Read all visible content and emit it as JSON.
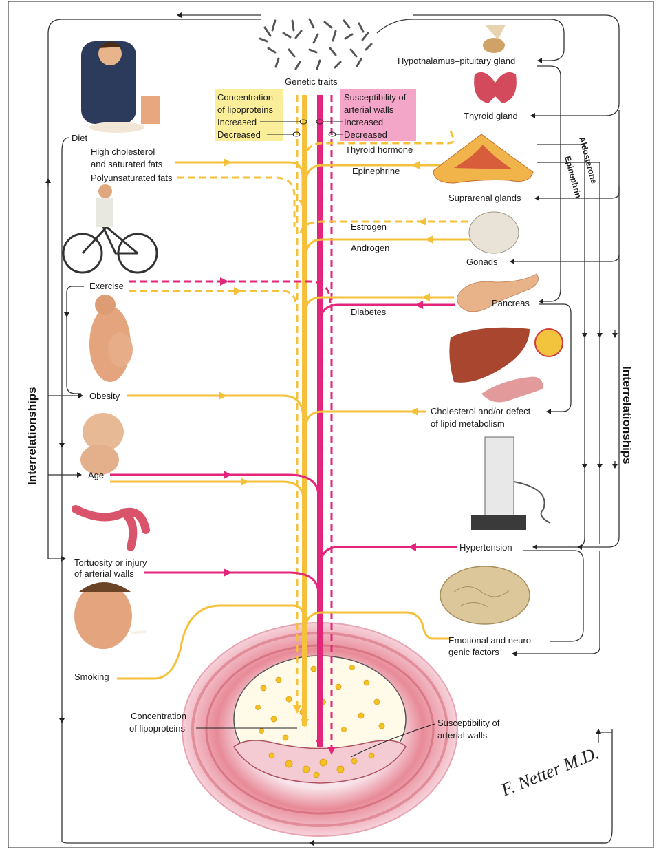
{
  "genetic_traits": "Genetic traits",
  "legend": {
    "lipo_title_1": "Concentration",
    "lipo_title_2": "of lipoproteins",
    "lipo_increased": "Increased",
    "lipo_decreased": "Decreased",
    "wall_title_1": "Susceptibility of",
    "wall_title_2": "arterial walls",
    "wall_increased": "Increased",
    "wall_decreased": "Decreased"
  },
  "left_factors": {
    "diet": "Diet",
    "high_chol_1": "High cholesterol",
    "high_chol_2": "and saturated fats",
    "polyunsat": "Polyunsaturated fats",
    "exercise": "Exercise",
    "obesity": "Obesity",
    "age": "Age",
    "tortuosity_1": "Tortuosity or injury",
    "tortuosity_2": "of arterial walls",
    "smoking": "Smoking"
  },
  "right_factors": {
    "hypothalamus": "Hypothalamus–pituitary gland",
    "thyroid": "Thyroid gland",
    "thyroid_hormone": "Thyroid hormone",
    "epinephrine": "Epinephrine",
    "suprarenal": "Suprarenal glands",
    "estrogen": "Estrogen",
    "androgen": "Androgen",
    "gonads": "Gonads",
    "pancreas": "Pancreas",
    "diabetes": "Diabetes",
    "chol_defect_1": "Cholesterol and/or defect",
    "chol_defect_2": "of lipid metabolism",
    "hypertension": "Hypertension",
    "emotional_1": "Emotional and neuro-",
    "emotional_2": "genic factors"
  },
  "hormones_vertical": {
    "aldosterone": "Aldosterone",
    "epinephrin": "Epinephrin"
  },
  "side_labels": {
    "left": "Interrelationships",
    "right": "Interrelationships"
  },
  "artery": {
    "lipo_1": "Concentration",
    "lipo_2": "of lipoproteins",
    "wall_1": "Susceptibility of",
    "wall_2": "arterial walls"
  },
  "signature": "F. Netter M.D.",
  "colors": {
    "yellow": "#f6c13a",
    "magenta": "#e3267b",
    "lipo_box": "#fbee9b",
    "wall_box": "#f4a6c8"
  }
}
